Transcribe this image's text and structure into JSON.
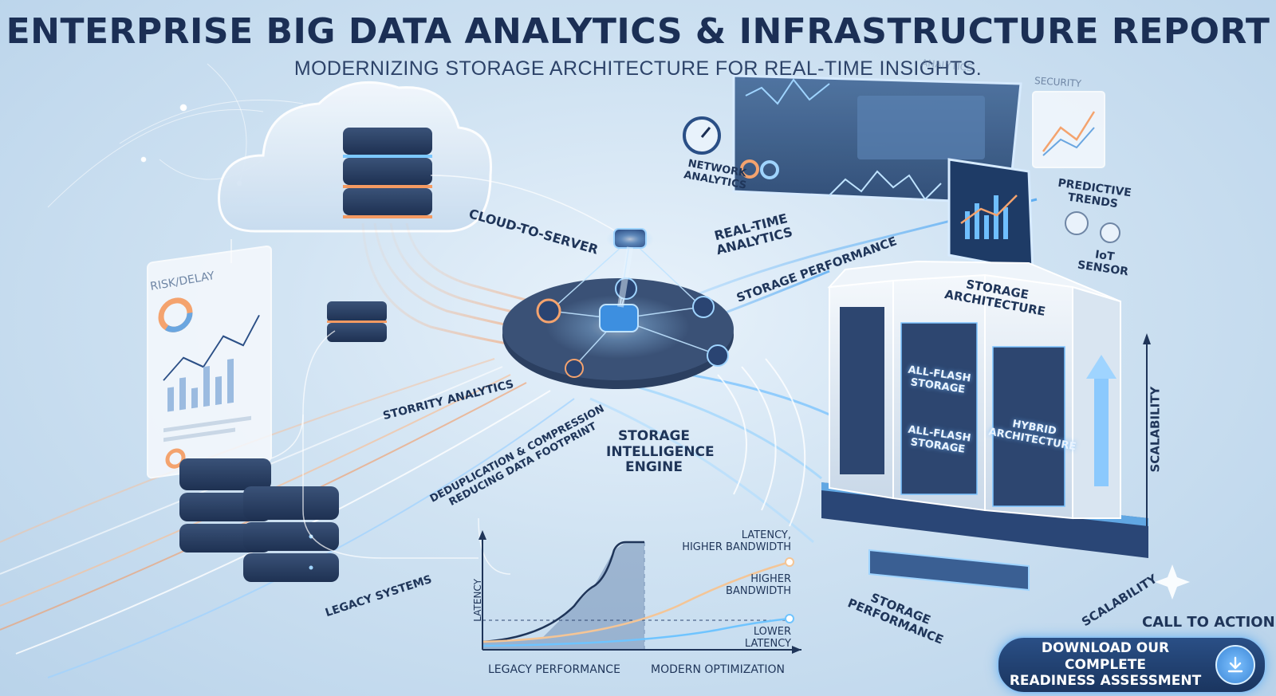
{
  "header": {
    "title": "ENTERPRISE BIG DATA ANALYTICS & INFRASTRUCTURE REPORT",
    "subtitle": "MODERNIZING STORAGE ARCHITECTURE FOR REAL-TIME INSIGHTS."
  },
  "labels": {
    "risk_delay": "RISK/DELAY",
    "cloud_to_server": "CLOUD-TO-SERVER",
    "real_time_analytics_1": "REAL-TIME",
    "real_time_analytics_2": "ANALYTICS",
    "storage_performance_top": "STORAGE PERFORMANCE",
    "network_analytics_1": "NETWORK",
    "network_analytics_2": "ANALYTICS",
    "predictive_trends_1": "PREDICTIVE",
    "predictive_trends_2": "TRENDS",
    "iot_sensor_1": "IoT",
    "iot_sensor_2": "SENSOR",
    "security": "SECURITY",
    "analytics_faded": "ANALYTICS",
    "storage_architecture_1": "STORAGE",
    "storage_architecture_2": "ARCHITECTURE",
    "all_flash_1a": "ALL-FLASH",
    "all_flash_1b": "STORAGE",
    "all_flash_2a": "ALL-FLASH",
    "all_flash_2b": "STORAGE",
    "hybrid_1": "HYBRID",
    "hybrid_2": "ARCHITECTURE",
    "scalability_vertical": "SCALABILITY",
    "scalability_diag": "SCALABILITY",
    "storage_performance_bottom_1": "STORAGE",
    "storage_performance_bottom_2": "PERFORMANCE",
    "storrity_analytics": "STORRITY ANALYTICS",
    "dedup_1": "DEDUPLICATION & COMPRESSION",
    "dedup_2": "REDUCING DATA FOOTPRINT",
    "engine_1": "STORAGE",
    "engine_2": "INTELLIGENCE",
    "engine_3": "ENGINE",
    "legacy_systems": "LEGACY SYSTEMS"
  },
  "perf_chart": {
    "ylabel": "LATENCY",
    "xlabel_left": "LEGACY PERFORMANCE",
    "xlabel_right": "MODERN OPTIMIZATION",
    "annot_top_1": "LATENCY,",
    "annot_top_2": "HIGHER BANDWIDTH",
    "annot_mid_1": "HIGHER",
    "annot_mid_2": "BANDWIDTH",
    "annot_low_1": "LOWER",
    "annot_low_2": "LATENCY"
  },
  "cta": {
    "title": "CALL TO ACTION",
    "button_line1": "DOWNLOAD OUR COMPLETE",
    "button_line2": "READINESS ASSESSMENT",
    "icon": "download-icon"
  },
  "colors": {
    "navy": "#1b2f55",
    "accent_blue": "#3b9cf0",
    "accent_orange": "#f4a36e",
    "glow": "#bfe3ff"
  }
}
